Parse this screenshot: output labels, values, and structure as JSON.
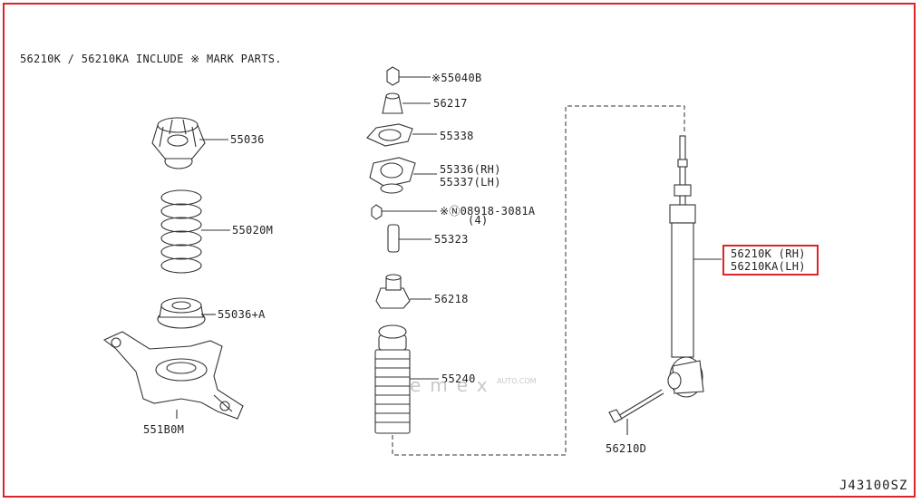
{
  "note": "56210K / 56210KA INCLUDE ※ MARK PARTS.",
  "diagram_code": "J43100SZ",
  "watermark": {
    "brand": "emex",
    "suffix": "AUTO.COM"
  },
  "parts": {
    "p55040b": "※55040B",
    "p56217": "56217",
    "p55338": "55338",
    "p55336": "55336(RH)",
    "p55337": "55337(LH)",
    "p08918": "※Ⓝ08918-3081A",
    "p08918_qty": "(4)",
    "p55323": "55323",
    "p56218": "56218",
    "p55240": "55240",
    "p55036": "55036",
    "p55020m": "55020M",
    "p55036a": "55036+A",
    "p551b0m": "551B0M",
    "p56210k": "56210K (RH)",
    "p56210ka": "56210KA(LH)",
    "p56210d": "56210D"
  },
  "colors": {
    "highlight": "#e0232a",
    "line": "#333333"
  }
}
